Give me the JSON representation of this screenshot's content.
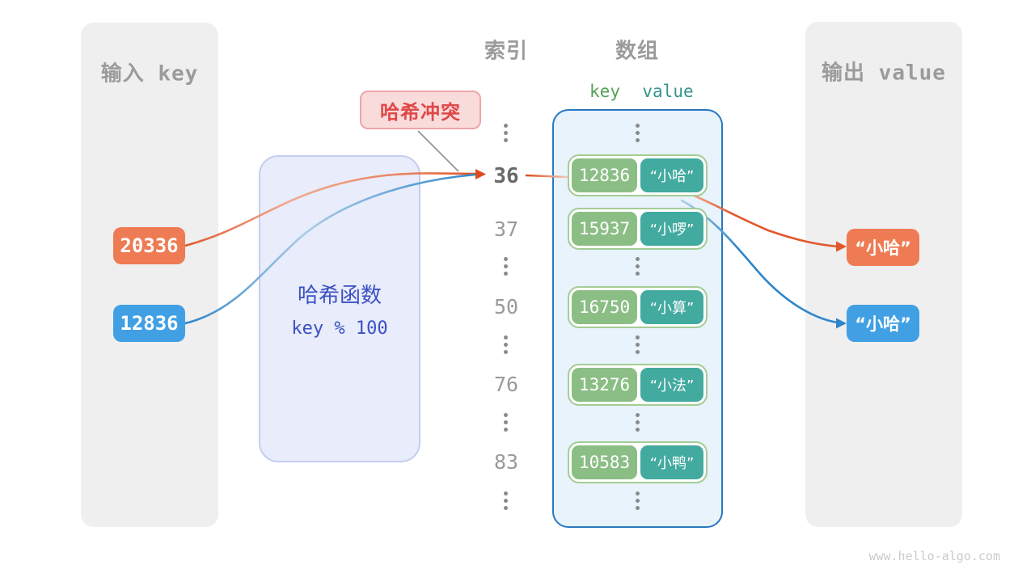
{
  "input_panel": {
    "title": "输入 key",
    "keys": [
      {
        "value": "20336",
        "color": "orange"
      },
      {
        "value": "12836",
        "color": "blue"
      }
    ]
  },
  "hash_function": {
    "title": "哈希函数",
    "formula": "key % 100"
  },
  "collision_label": {
    "text": "哈希冲突"
  },
  "index_column": {
    "title": "索引",
    "values": [
      "36",
      "37",
      "50",
      "76",
      "83"
    ],
    "highlighted": "36"
  },
  "array_panel": {
    "title": "数组",
    "key_header": "key",
    "value_header": "value",
    "rows": [
      {
        "key": "12836",
        "value": "“小哈”"
      },
      {
        "key": "15937",
        "value": "“小啰”"
      },
      {
        "key": "16750",
        "value": "“小算”"
      },
      {
        "key": "13276",
        "value": "“小法”"
      },
      {
        "key": "10583",
        "value": "“小鸭”"
      }
    ]
  },
  "output_panel": {
    "title": "输出 value",
    "values": [
      {
        "text": "“小哈”",
        "color": "orange"
      },
      {
        "text": "“小哈”",
        "color": "blue"
      }
    ]
  },
  "watermark": "www.hello-algo.com",
  "colors": {
    "panel_bg": "#EFEFEF",
    "gray_text": "#9B9B9B",
    "index_text": "#9A9A9A",
    "index_bold_text": "#696969",
    "orange": "#EE7B53",
    "blue": "#41A0E4",
    "green": "#8BBE85",
    "teal": "#43AA9F",
    "pair_border": "#A3CD94",
    "array_bg": "#E8F3FB",
    "array_border": "#2878C0",
    "hash_bg": "#E9ECFA",
    "hash_border": "#C5CDF1",
    "hash_text": "#3A50C5",
    "collision_bg": "#FADBDB",
    "collision_border": "#F0A5A5",
    "collision_text": "#DE4848",
    "key_header": "#55A158",
    "value_header": "#35948E",
    "dots": "#8A8A8A",
    "arrow_orange": "#DC4A1F",
    "arrow_blue": "#2E86C9",
    "watermark": "#CBCBCB"
  }
}
